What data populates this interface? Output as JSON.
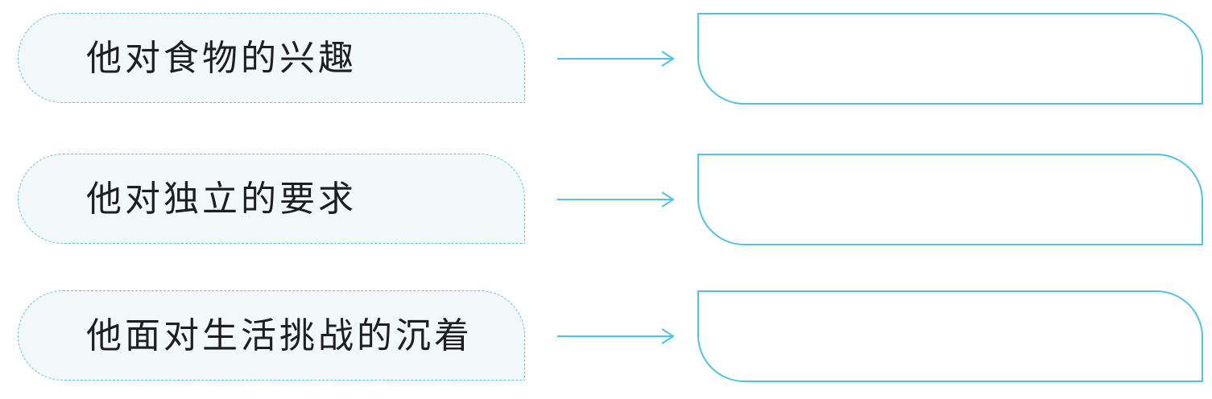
{
  "rows": [
    {
      "prompt": "他对食物的兴趣",
      "answer": ""
    },
    {
      "prompt": "他对独立的要求",
      "answer": ""
    },
    {
      "prompt": "他面对生活挑战的沉着",
      "answer": ""
    }
  ],
  "colors": {
    "dashed_border": "#5cc3e4",
    "prompt_fill": "#f3f9fb",
    "answer_border": "#4fc2e6",
    "arrow": "#4fc2e6",
    "text": "#1f1f1f"
  },
  "icons": [
    "right-arrow-icon"
  ]
}
